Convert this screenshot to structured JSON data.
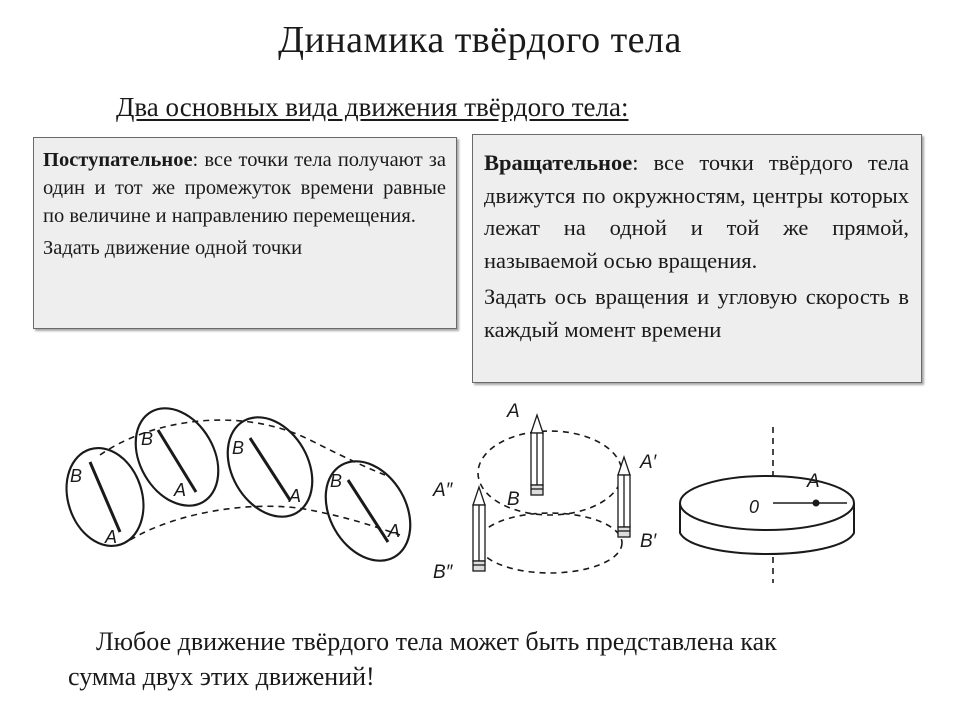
{
  "title": "Динамика твёрдого тела",
  "subtitle": "Два основных вида движения твёрдого тела:",
  "translational": {
    "term": "Поступательное",
    "definition": ": все точки тела получают за один и тот же промежуток времени равные по величине и направлению перемещения.",
    "task": "Задать движение одной точки"
  },
  "rotational": {
    "term": "Вращательное",
    "definition": ": все точки твёрдого тела движутся по окружностям, центры которых лежат на одной и той же прямой, называемой осью вращения.",
    "task": "Задать ось вращения и угловую скорость в каждый момент времени"
  },
  "figure_translation": {
    "label_a": "A",
    "label_b": "B"
  },
  "figure_rotation": {
    "label_a": "A",
    "label_b": "B",
    "label_a1": "A′",
    "label_b1": "B′",
    "label_a2": "A″",
    "label_b2": "B″"
  },
  "figure_disk": {
    "label_center": "0",
    "label_point": "A"
  },
  "footer": {
    "line1": "Любое движение твёрдого тела может быть представлена как",
    "line2": "сумма двух этих движений!"
  }
}
